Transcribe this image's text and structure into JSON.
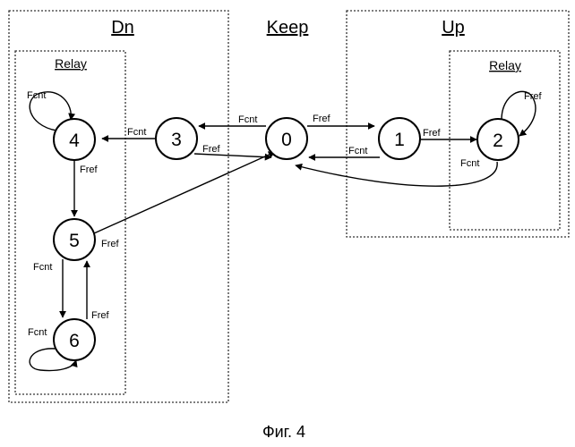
{
  "groups": {
    "dn": {
      "title": "Dn",
      "relay": "Relay"
    },
    "keep": {
      "title": "Keep"
    },
    "up": {
      "title": "Up",
      "relay": "Relay"
    }
  },
  "states": [
    "0",
    "1",
    "2",
    "3",
    "4",
    "5",
    "6"
  ],
  "edges": {
    "e0_3": "Fcnt",
    "e3_0": "Fref",
    "e3_4": "Fcnt",
    "e4_4": "Fcnt",
    "e4_5": "Fref",
    "e5_0": "Fref",
    "e5_6": "Fcnt",
    "e6_5": "Fref",
    "e6_6": "Fcnt",
    "e0_1": "Fref",
    "e1_0": "Fcnt",
    "e1_2": "Fref",
    "e2_2": "Fref",
    "e2_0": "Fcnt"
  },
  "caption": "Фиг. 4"
}
